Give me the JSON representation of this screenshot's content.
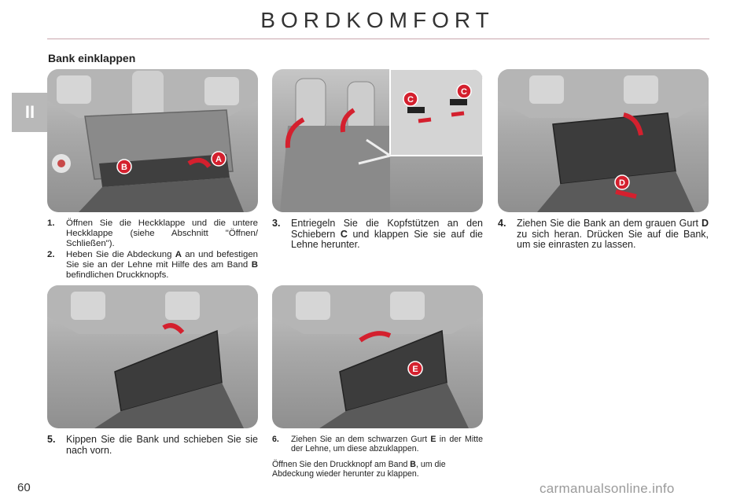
{
  "header": {
    "title": "BORDKOMFORT"
  },
  "side_tab": {
    "label": "II"
  },
  "section": {
    "heading": "Bank einklappen"
  },
  "steps": [
    {
      "num": "1.",
      "parts": [
        {
          "t": "Öffnen Sie die Heckklappe und die untere Heckklappe (siehe Abschnitt \"Öffnen/ Schließen\")."
        }
      ]
    },
    {
      "num": "2.",
      "parts": [
        {
          "t": "Heben Sie die Abdeckung "
        },
        {
          "t": "A",
          "b": true
        },
        {
          "t": " an und befestigen Sie sie an der Lehne mit Hilfe des am Band "
        },
        {
          "t": "B",
          "b": true
        },
        {
          "t": " befindlichen Druckknopfs."
        }
      ]
    },
    {
      "num": "3.",
      "parts": [
        {
          "t": "Entriegeln Sie die Kopfstützen an den Schiebern "
        },
        {
          "t": "C",
          "b": true
        },
        {
          "t": " und klappen Sie sie auf die Lehne herunter."
        }
      ]
    },
    {
      "num": "4.",
      "parts": [
        {
          "t": "Ziehen Sie die Bank an dem grauen Gurt "
        },
        {
          "t": "D",
          "b": true
        },
        {
          "t": " zu sich heran. Drücken Sie auf die Bank, um sie einrasten zu lassen."
        }
      ]
    },
    {
      "num": "5.",
      "parts": [
        {
          "t": "Kippen Sie die Bank und schieben Sie sie nach vorn."
        }
      ]
    },
    {
      "num": "6.",
      "parts": [
        {
          "t": "Ziehen Sie an dem schwarzen Gurt "
        },
        {
          "t": "E",
          "b": true
        },
        {
          "t": " in der Mitte der Lehne, um diese abzuklappen."
        }
      ]
    }
  ],
  "note": {
    "parts": [
      {
        "t": "Öffnen Sie den Druckknopf am Band "
      },
      {
        "t": "B",
        "b": true
      },
      {
        "t": ", um die Abdeckung wieder herunter zu klappen."
      }
    ]
  },
  "labels": {
    "a": "A",
    "b": "B",
    "c": "C",
    "d": "D",
    "e": "E"
  },
  "colors": {
    "badge": "#d4202e",
    "arrow": "#d4202e",
    "rule": "#c9a5ad",
    "tab": "#b8b8b8"
  },
  "footer": {
    "page_number": "60",
    "watermark": "carmanualsonline.info"
  }
}
